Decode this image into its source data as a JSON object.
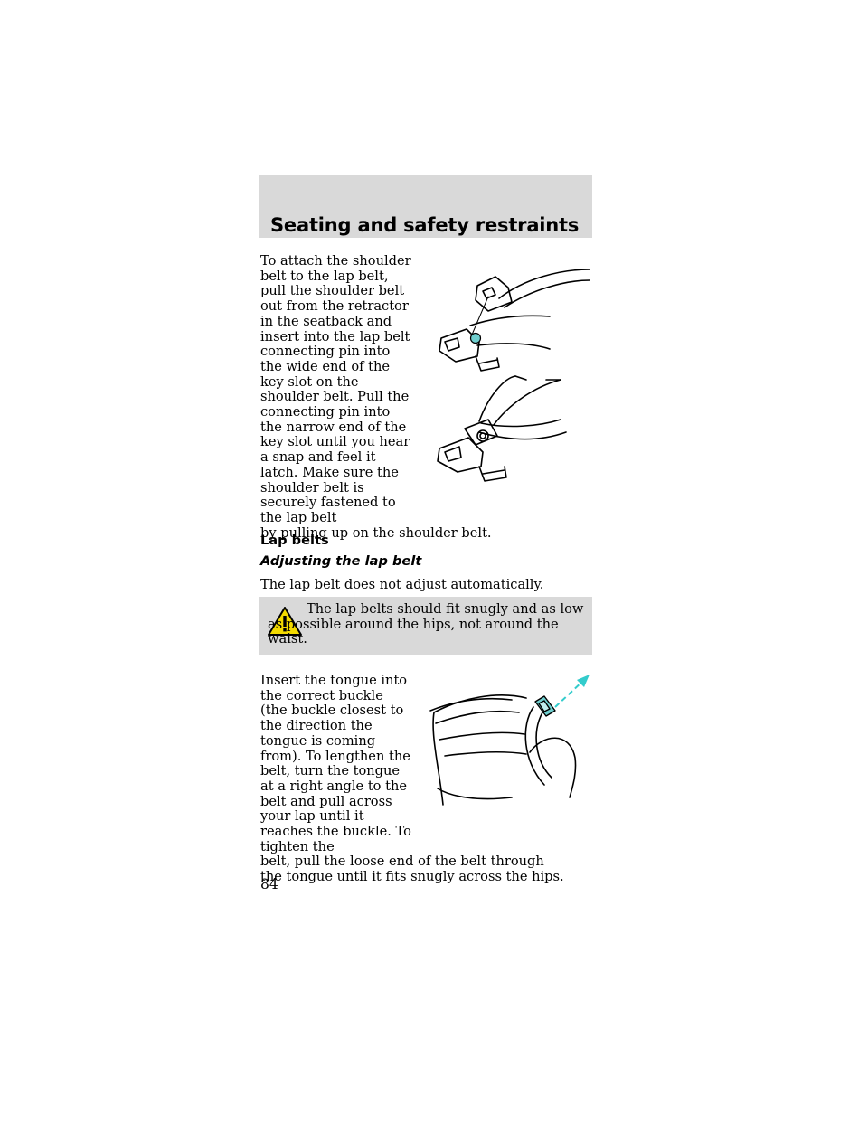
{
  "header": {
    "title": "Seating and safety restraints"
  },
  "paragraph_attach": {
    "narrow_lines": "To attach the shoulder belt to the lap belt, pull the shoulder belt out from the retractor in the seatback and insert into the lap belt connecting pin into the wide end of the key slot on the shoulder belt. Pull the connecting pin into the narrow end of the key slot until you hear a snap and feel it latch. Make sure the shoulder belt is securely fastened to the lap belt",
    "full_line": "by pulling up on the shoulder belt."
  },
  "section_heading": "Lap belts",
  "subsection_heading": "Adjusting the lap belt",
  "paragraph_adjust": "The lap belt does not adjust automatically.",
  "warning": {
    "icon": "warning-triangle-icon",
    "text": "The lap belts should fit snugly and as low as possible around the hips, not around the waist."
  },
  "paragraph_insert": {
    "narrow_lines": "Insert the tongue into the correct buckle (the buckle closest to the direction the tongue is coming from). To lengthen the belt, turn the tongue at a right angle to the belt and pull across your lap until it reaches the buckle. To tighten the",
    "full_lines": "belt, pull the loose end of the belt through the tongue until it fits snugly across the hips."
  },
  "page_number": "84",
  "colors": {
    "header_bg": "#d9d9d9",
    "warning_bg": "#d9d9d9",
    "warning_icon": "#f2d900",
    "pin_accent": "#6fcfcf",
    "arrow_accent": "#33cccc"
  }
}
